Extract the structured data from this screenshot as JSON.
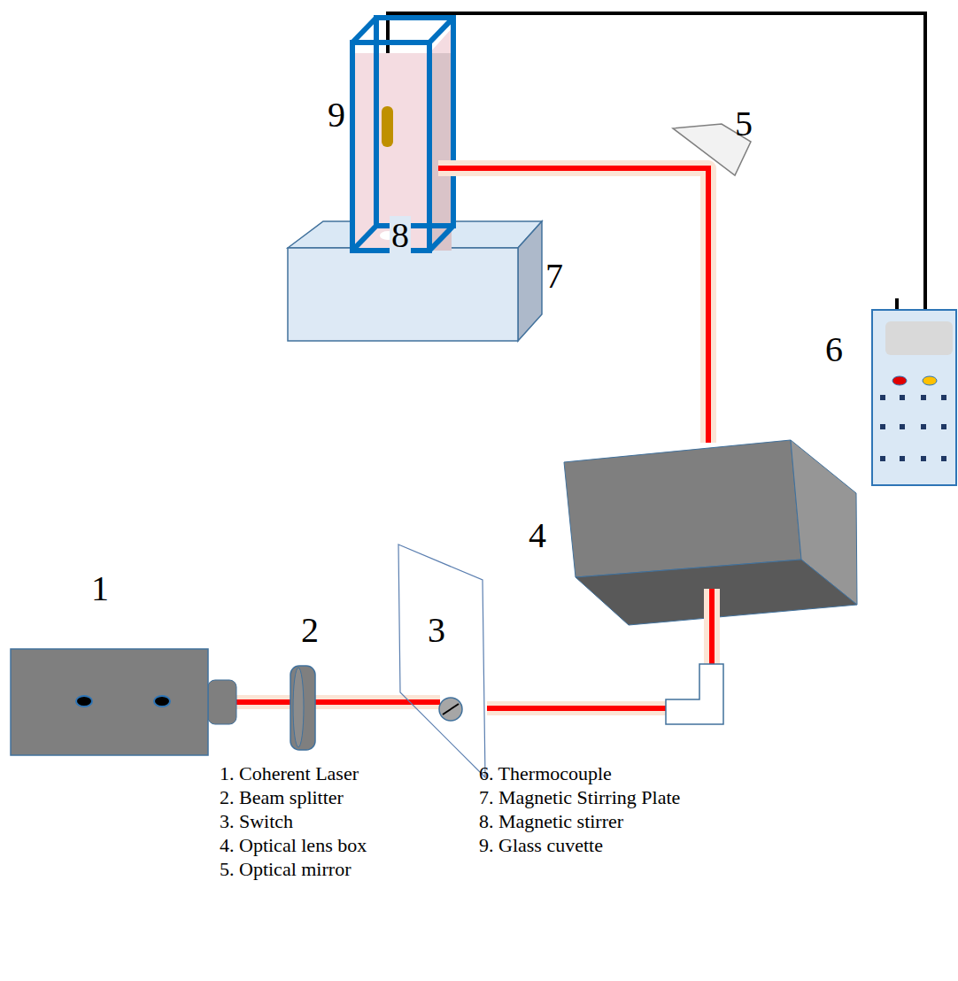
{
  "diagram": {
    "labels": [
      "9",
      "5",
      "8",
      "7",
      "6",
      "4",
      "1",
      "2",
      "3",
      "1. Coherent Laser",
      "2. Beam splitter",
      "3. Switch",
      "4. Optical lens box",
      "5. Optical mirror",
      "6. Thermocouple",
      "7. Magnetic Stirring Plate",
      "8. Magnetic stirrer",
      "9. Glass cuvette"
    ]
  }
}
